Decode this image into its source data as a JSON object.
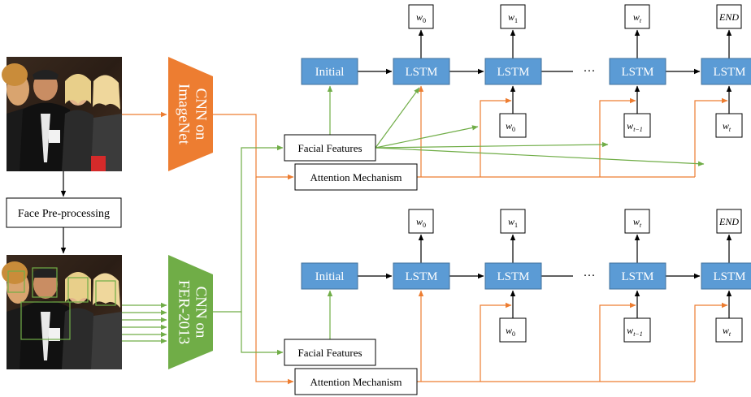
{
  "colors": {
    "orange": "#ED7D31",
    "green": "#70AD47",
    "blue": "#5B9BD5",
    "blue_border": "#41719C",
    "black": "#000000"
  },
  "photos": [
    {
      "name": "group-photo",
      "icon": "group-photo-image"
    },
    {
      "name": "preprocessed-face-photo",
      "icon": "face-detection-image"
    }
  ],
  "face_preprocessing": {
    "label": "Face Pre-processing"
  },
  "cnn_imagenet": {
    "line1": "CNN on",
    "line2": "ImageNet"
  },
  "cnn_fer": {
    "line1": "CNN on",
    "line2": "FER-2013"
  },
  "branches": [
    {
      "name": "top",
      "facial_features": "Facial Features",
      "attention": "Attention  Mechanism",
      "initial": "Initial",
      "lstm_labels": [
        "LSTM",
        "LSTM",
        "LSTM",
        "LSTM"
      ],
      "ellipsis": "···",
      "outputs": [
        {
          "main": "w",
          "sub": "0"
        },
        {
          "main": "w",
          "sub": "1"
        },
        {
          "main": "w",
          "sub": "t"
        },
        {
          "main": "END",
          "sub": ""
        }
      ],
      "inputs": [
        {
          "main": "w",
          "sub": "0"
        },
        {
          "main": "w",
          "sub": "t−1"
        },
        {
          "main": "w",
          "sub": "t"
        }
      ]
    },
    {
      "name": "bottom",
      "facial_features": "Facial Features",
      "attention": "Attention  Mechanism",
      "initial": "Initial",
      "lstm_labels": [
        "LSTM",
        "LSTM",
        "LSTM",
        "LSTM"
      ],
      "ellipsis": "···",
      "outputs": [
        {
          "main": "w",
          "sub": "0"
        },
        {
          "main": "w",
          "sub": "1"
        },
        {
          "main": "w",
          "sub": "t"
        },
        {
          "main": "END",
          "sub": ""
        }
      ],
      "inputs": [
        {
          "main": "w",
          "sub": "0"
        },
        {
          "main": "w",
          "sub": "t−1"
        },
        {
          "main": "w",
          "sub": "t"
        }
      ]
    }
  ]
}
